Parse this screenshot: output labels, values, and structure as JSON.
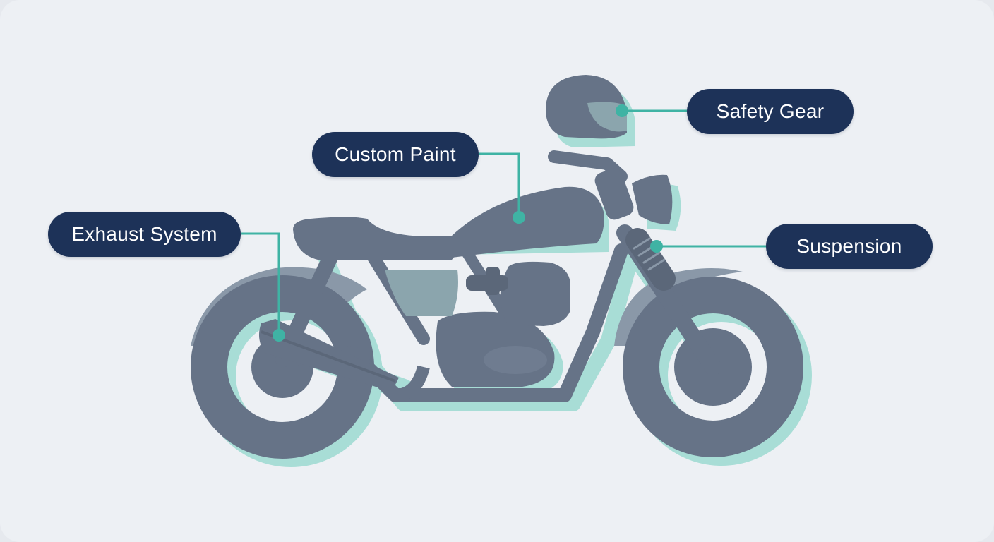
{
  "callouts": {
    "safety_gear": "Safety Gear",
    "custom_paint": "Custom Paint",
    "exhaust_system": "Exhaust System",
    "suspension": "Suspension"
  },
  "colors": {
    "background": "#edf0f4",
    "bike_body": "#667387",
    "bike_accent": "#8ba5ad",
    "shadow_teal": "#a8ddd6",
    "leader_line": "#3fb3a4",
    "label_fill": "#1d3258",
    "label_text": "#ffffff"
  },
  "icons": {
    "motorcycle": "motorcycle-illustration",
    "helmet": "helmet-icon"
  }
}
